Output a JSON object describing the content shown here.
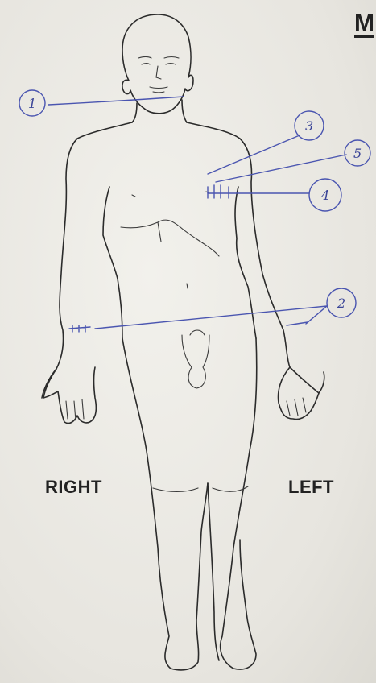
{
  "labels": {
    "right": "RIGHT",
    "left": "LEFT",
    "corner": "M"
  },
  "markers": [
    {
      "id": "1",
      "text": "1",
      "site": "neck"
    },
    {
      "id": "2",
      "text": "2",
      "site": "wrists"
    },
    {
      "id": "3",
      "text": "3",
      "site": "left chest"
    },
    {
      "id": "4",
      "text": "4",
      "site": "left chest"
    },
    {
      "id": "5",
      "text": "5",
      "site": "left chest"
    }
  ],
  "colors": {
    "ink": "#2b2b2b",
    "pen": "#4a55b0",
    "paper": "#eceae4"
  }
}
